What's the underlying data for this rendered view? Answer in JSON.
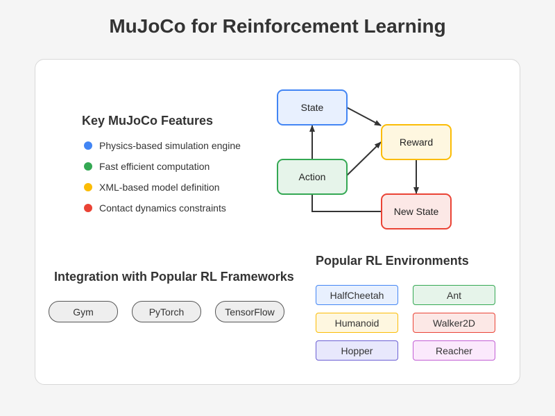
{
  "title": "MuJoCo for Reinforcement Learning",
  "features": {
    "heading": "Key MuJoCo Features",
    "items": [
      {
        "label": "Physics-based simulation engine",
        "color": "#4285f4"
      },
      {
        "label": "Fast efficient computation",
        "color": "#34a853"
      },
      {
        "label": "XML-based model definition",
        "color": "#fbbc05"
      },
      {
        "label": "Contact dynamics constraints",
        "color": "#ea4335"
      }
    ]
  },
  "flow": {
    "state": "State",
    "action": "Action",
    "reward": "Reward",
    "new_state": "New State"
  },
  "frameworks": {
    "heading": "Integration with Popular RL Frameworks",
    "items": [
      "Gym",
      "PyTorch",
      "TensorFlow"
    ]
  },
  "environments": {
    "heading": "Popular RL Environments",
    "items": [
      {
        "label": "HalfCheetah",
        "fill": "#e8f0fe",
        "border": "#4285f4"
      },
      {
        "label": "Ant",
        "fill": "#e6f4ea",
        "border": "#34a853"
      },
      {
        "label": "Humanoid",
        "fill": "#fef7e0",
        "border": "#fbbc05"
      },
      {
        "label": "Walker2D",
        "fill": "#fce8e6",
        "border": "#ea4335"
      },
      {
        "label": "Hopper",
        "fill": "#e8e8fc",
        "border": "#6b5fd3"
      },
      {
        "label": "Reacher",
        "fill": "#fbe9fc",
        "border": "#c25ed4"
      }
    ]
  }
}
